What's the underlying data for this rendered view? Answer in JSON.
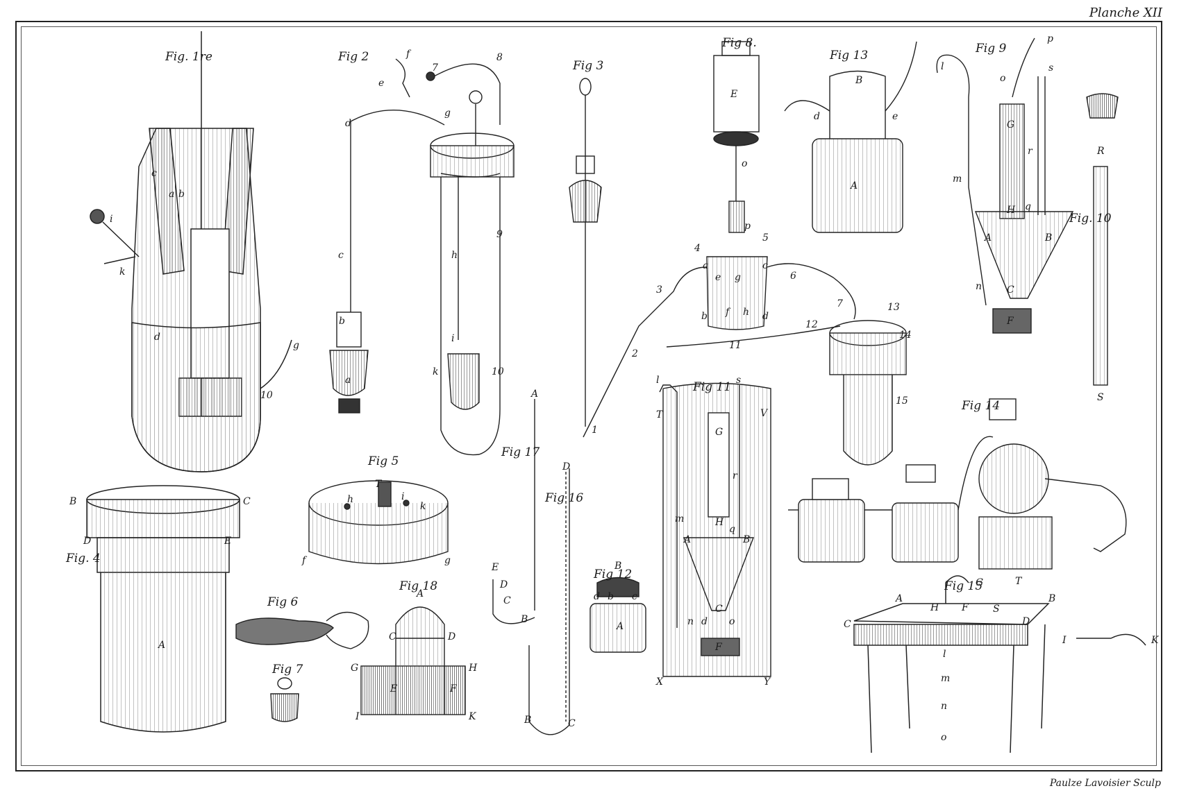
{
  "plate": {
    "title": "Planche XII",
    "engraver": "Paulze Lavoisier Sculp"
  },
  "figure_labels": [
    {
      "id": "fig1",
      "text": "Fig. 1re"
    },
    {
      "id": "fig2",
      "text": "Fig 2"
    },
    {
      "id": "fig3",
      "text": "Fig 3"
    },
    {
      "id": "fig4",
      "text": "Fig. 4"
    },
    {
      "id": "fig5",
      "text": "Fig 5"
    },
    {
      "id": "fig6",
      "text": "Fig 6"
    },
    {
      "id": "fig7",
      "text": "Fig 7"
    },
    {
      "id": "fig8",
      "text": "Fig 8."
    },
    {
      "id": "fig9",
      "text": "Fig 9"
    },
    {
      "id": "fig10",
      "text": "Fig. 10"
    },
    {
      "id": "fig11",
      "text": "Fig 11"
    },
    {
      "id": "fig12",
      "text": "Fig 12"
    },
    {
      "id": "fig13",
      "text": "Fig 13"
    },
    {
      "id": "fig14",
      "text": "Fig 14"
    },
    {
      "id": "fig15",
      "text": "Fig 15"
    },
    {
      "id": "fig16",
      "text": "Fig 16"
    },
    {
      "id": "fig17",
      "text": "Fig 17"
    },
    {
      "id": "fig18",
      "text": "Fig 18"
    }
  ],
  "letters": {
    "fig1": [
      "a",
      "b",
      "c",
      "d",
      "i",
      "k",
      "g",
      "10"
    ],
    "fig2": [
      "f",
      "e",
      "d",
      "g",
      "c",
      "b",
      "a",
      "h",
      "i",
      "k",
      "7",
      "8",
      "9",
      "10"
    ],
    "fig4": [
      "B",
      "C",
      "D",
      "E",
      "A"
    ],
    "fig5": [
      "T",
      "h",
      "i",
      "k",
      "f",
      "g"
    ],
    "fig8": [
      "E",
      "o",
      "p",
      "a",
      "b",
      "c",
      "d",
      "e",
      "f",
      "g",
      "h"
    ],
    "fig9": [
      "l",
      "p",
      "o",
      "s",
      "G",
      "r",
      "m",
      "H",
      "q",
      "A",
      "B",
      "C",
      "n",
      "F"
    ],
    "fig10": [
      "R",
      "S"
    ],
    "fig11": [
      "l",
      "s",
      "T",
      "V",
      "G",
      "r",
      "m",
      "H",
      "A",
      "B",
      "q",
      "C",
      "n",
      "d",
      "o",
      "F",
      "X",
      "Y"
    ],
    "fig12": [
      "B",
      "d",
      "b",
      "c",
      "A"
    ],
    "fig13": [
      "B",
      "d",
      "e",
      "A"
    ],
    "fig15": [
      "G",
      "A",
      "B",
      "H",
      "F",
      "T",
      "S",
      "C",
      "D",
      "I",
      "K",
      "l",
      "m",
      "n",
      "o"
    ],
    "fig16": [
      "A",
      "D",
      "B",
      "C"
    ],
    "fig17": [
      "E",
      "D",
      "C",
      "B"
    ],
    "fig18": [
      "A",
      "C",
      "D",
      "G",
      "H",
      "E",
      "F",
      "I",
      "K"
    ],
    "tubing": [
      "1",
      "2",
      "3",
      "4",
      "5",
      "6",
      "7",
      "11",
      "12",
      "13",
      "14",
      "15"
    ]
  }
}
